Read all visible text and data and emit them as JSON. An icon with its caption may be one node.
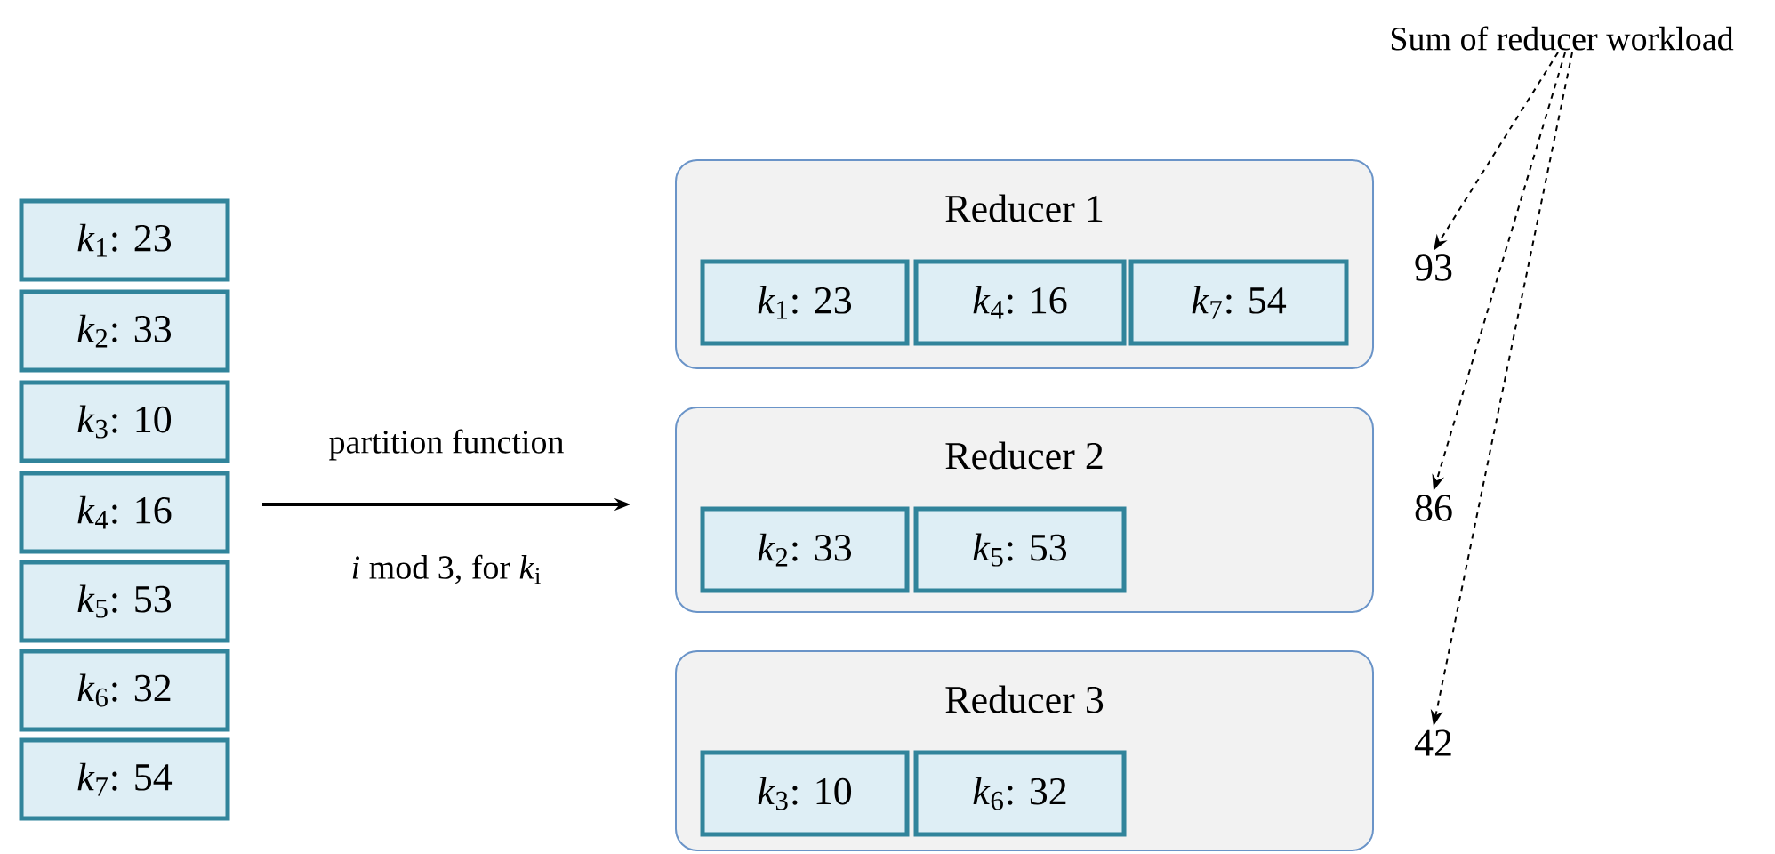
{
  "diagram": {
    "nodes": [
      {
        "text": [
          "*k*$_{1}$: 23"
        ]
      },
      {
        "text": [
          "*k*$_{2}$: 33"
        ]
      },
      {
        "text": [
          "*k*$_{3}$: 10"
        ]
      },
      {
        "text": [
          "*k*$_{4}$: 16"
        ]
      },
      {
        "text": [
          "*k*$_{5}$: 53"
        ]
      },
      {
        "text": [
          "*k*$_{6}$: 32"
        ]
      },
      {
        "text": [
          "*k*$_{7}$: 54"
        ]
      },
      {
        "text": [
          "Reducer 1"
        ]
      },
      {
        "text": [
          "*k*$_{1}$: 23"
        ],
        "in": 7
      },
      {
        "text": [
          "*k*$_{4}$: 16"
        ],
        "in": 7
      },
      {
        "text": [
          "*k*$_{7}$: 54"
        ],
        "in": 7
      },
      {
        "text": [
          "Reducer 2"
        ]
      },
      {
        "text": [
          "*k*$_{2}$: 33"
        ],
        "in": 11
      },
      {
        "text": [
          "*k*$_{5}$: 53"
        ],
        "in": 11
      },
      {
        "text": [
          "Reducer 3"
        ]
      },
      {
        "text": [
          "*k*$_{3}$: 10"
        ],
        "in": 14
      },
      {
        "text": [
          "*k*$_{6}$: 32"
        ],
        "in": 14
      },
      {
        "text": [
          "Sum of reducer workload"
        ]
      },
      {
        "text": [
          "93"
        ]
      },
      {
        "text": [
          "86"
        ]
      },
      {
        "text": [
          "42"
        ]
      }
    ],
    "edges": [
      {
        "from": null,
        "to": 11,
        "arrow": "to",
        "label": "partition function"
      },
      {
        "from": 17,
        "to": 18,
        "arrow": "to",
        "style": "dashed"
      },
      {
        "from": 17,
        "to": 19,
        "arrow": "to",
        "style": "dashed"
      },
      {
        "from": 17,
        "to": 20,
        "arrow": "to",
        "style": "dashed"
      }
    ],
    "labels": [
      "*i* mod 3, for *k*$_{i}$"
    ]
  }
}
